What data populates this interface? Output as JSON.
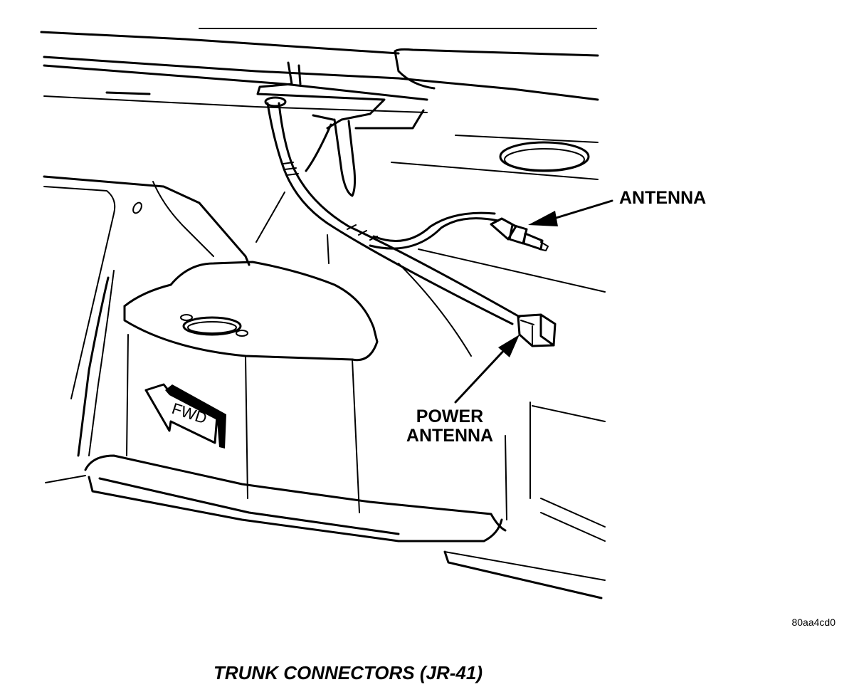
{
  "callouts": {
    "antenna": "ANTENNA",
    "power_antenna_line1": "POWER",
    "power_antenna_line2": "ANTENNA"
  },
  "fwd_label": "FWD",
  "figure_id": "80aa4cd0",
  "caption": "TRUNK CONNECTORS (JR-41)"
}
